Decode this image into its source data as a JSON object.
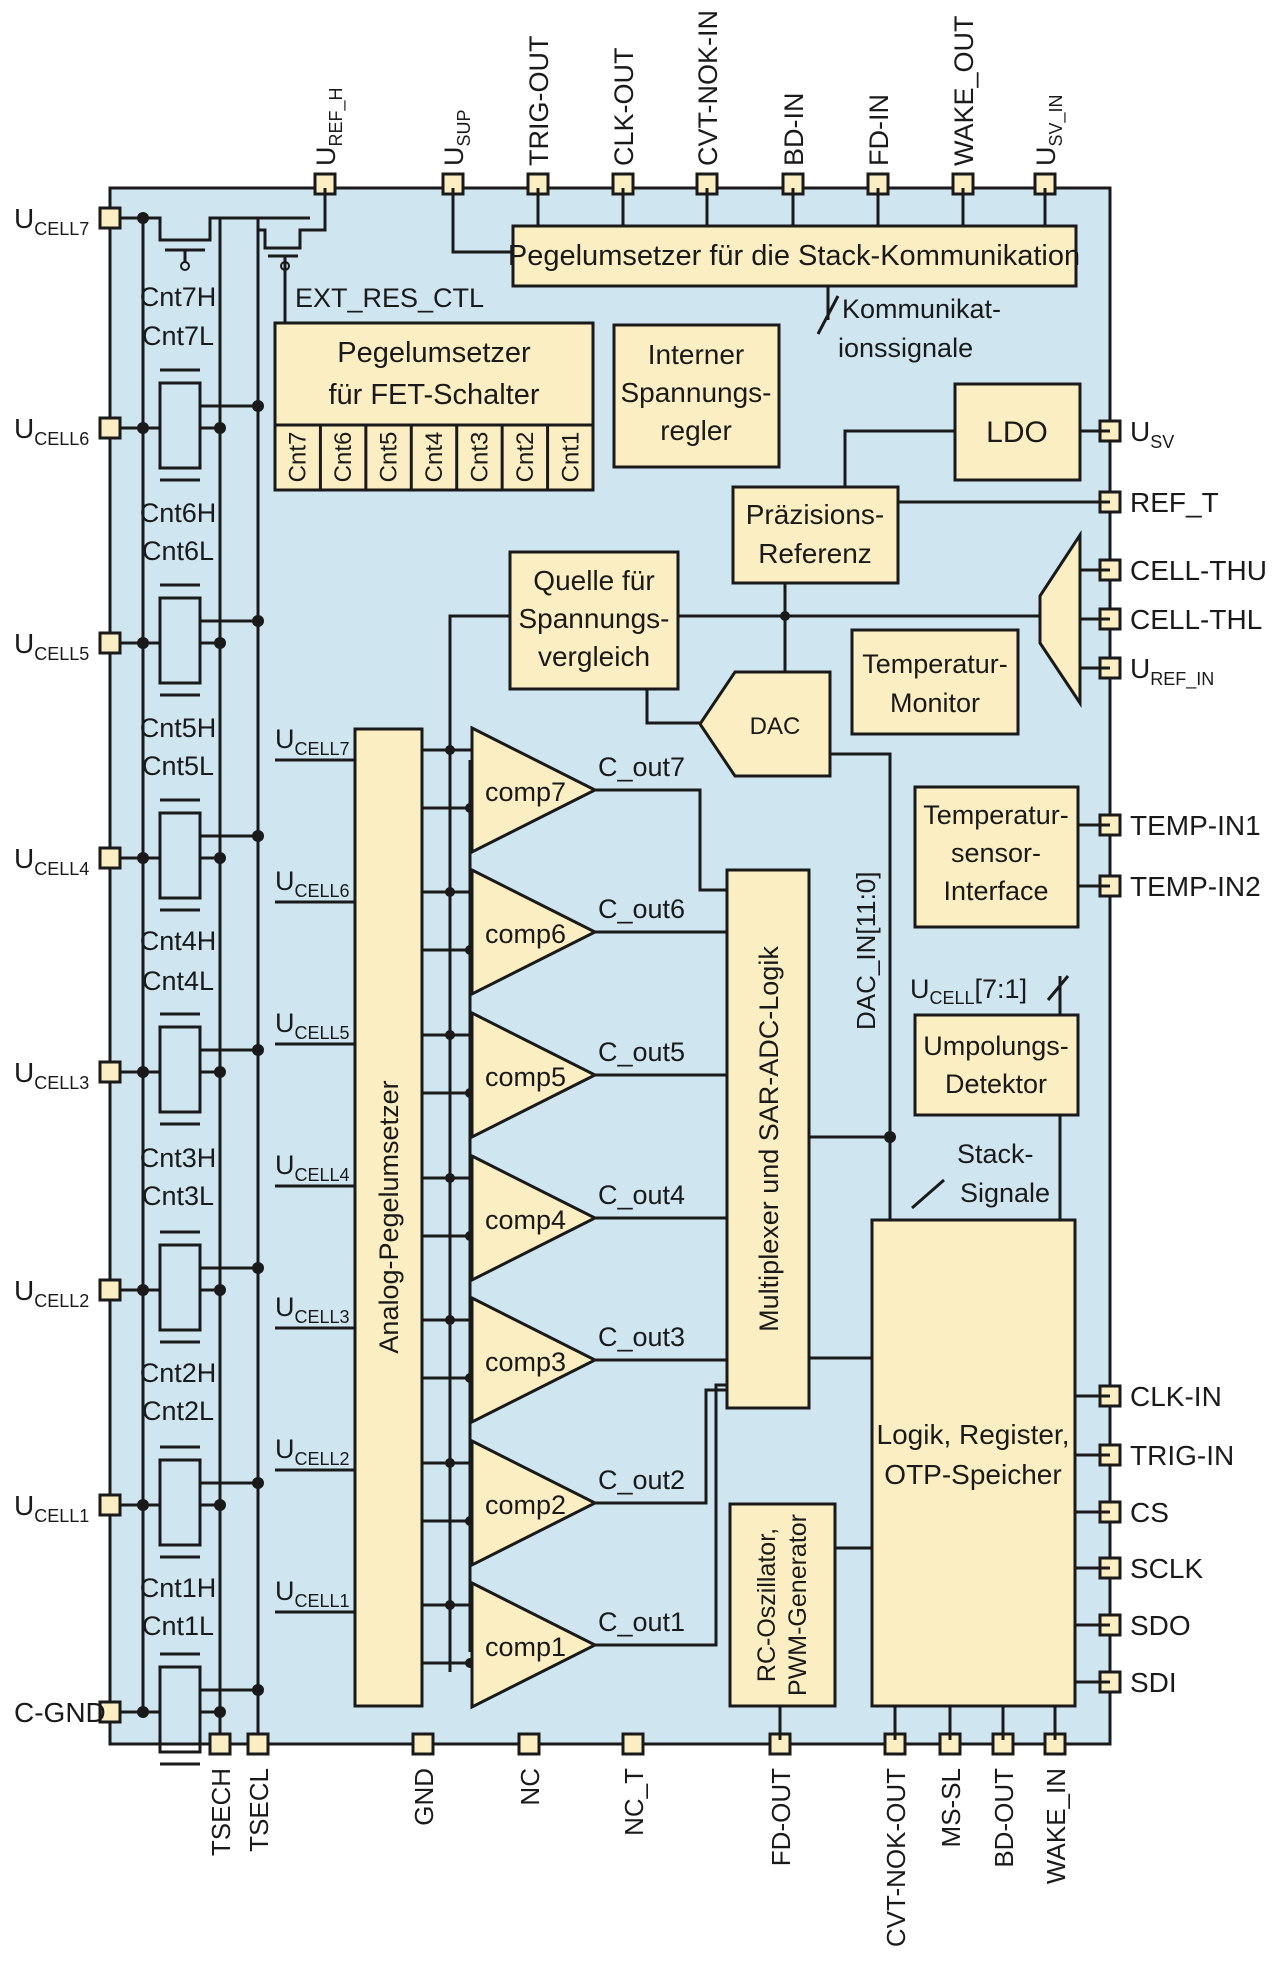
{
  "colors": {
    "chip_bg": "#cfe6f1",
    "block_fill": "#fbeec2",
    "line": "#1a1a1a"
  },
  "pins_top": [
    {
      "main": "U",
      "sub": "REF_H"
    },
    {
      "main": "U",
      "sub": "SUP"
    },
    {
      "main": "TRIG-OUT",
      "sub": ""
    },
    {
      "main": "CLK-OUT",
      "sub": ""
    },
    {
      "main": "CVT-NOK-IN",
      "sub": ""
    },
    {
      "main": "BD-IN",
      "sub": ""
    },
    {
      "main": "FD-IN",
      "sub": ""
    },
    {
      "main": "WAKE_OUT",
      "sub": ""
    },
    {
      "main": "U",
      "sub": "SV_IN"
    }
  ],
  "pins_left": [
    {
      "main": "U",
      "sub": "CELL7"
    },
    {
      "main": "U",
      "sub": "CELL6"
    },
    {
      "main": "U",
      "sub": "CELL5"
    },
    {
      "main": "U",
      "sub": "CELL4"
    },
    {
      "main": "U",
      "sub": "CELL3"
    },
    {
      "main": "U",
      "sub": "CELL2"
    },
    {
      "main": "U",
      "sub": "CELL1"
    },
    {
      "main": "C-GND",
      "sub": ""
    }
  ],
  "pins_right": [
    {
      "main": "U",
      "sub": "SV"
    },
    {
      "main": "REF_T",
      "sub": ""
    },
    {
      "main": "CELL-THU",
      "sub": ""
    },
    {
      "main": "CELL-THL",
      "sub": ""
    },
    {
      "main": "U",
      "sub": "REF_IN"
    },
    {
      "main": "TEMP-IN1",
      "sub": ""
    },
    {
      "main": "TEMP-IN2",
      "sub": ""
    },
    {
      "main": "CLK-IN",
      "sub": ""
    },
    {
      "main": "TRIG-IN",
      "sub": ""
    },
    {
      "main": "CS",
      "sub": ""
    },
    {
      "main": "SCLK",
      "sub": ""
    },
    {
      "main": "SDO",
      "sub": ""
    },
    {
      "main": "SDI",
      "sub": ""
    }
  ],
  "pins_bottom": [
    "TSECH",
    "TSECL",
    "GND",
    "NC",
    "NC_T",
    "FD-OUT",
    "CVT-NOK-OUT",
    "MS-SL",
    "BD-OUT",
    "WAKE_IN"
  ],
  "fets": [
    "Cnt7H",
    "Cnt7L",
    "Cnt6H",
    "Cnt6L",
    "Cnt5H",
    "Cnt5L",
    "Cnt4H",
    "Cnt4L",
    "Cnt3H",
    "Cnt3L",
    "Cnt2H",
    "Cnt2L",
    "Cnt1H",
    "Cnt1L"
  ],
  "ext_res_ctl": "EXT_RES_CTL",
  "blocks": {
    "stack_comm": "Pegelumsetzer für die Stack-Kommunikation",
    "fet_level_1": "Pegelumsetzer",
    "fet_level_2": "für FET-Schalter",
    "fet_channels": [
      "Cnt7",
      "Cnt6",
      "Cnt5",
      "Cnt4",
      "Cnt3",
      "Cnt2",
      "Cnt1"
    ],
    "int_reg": [
      "Interner",
      "Spannungs-",
      "regler"
    ],
    "ldo": "LDO",
    "prec_ref": [
      "Präzisions-",
      "Referenz"
    ],
    "source": [
      "Quelle für",
      "Spannungs-",
      "vergleich"
    ],
    "dac": "DAC",
    "temp_mon": [
      "Temperatur-",
      "Monitor"
    ],
    "temp_if": [
      "Temperatur-",
      "sensor-",
      "Interface"
    ],
    "polarity": [
      "Umpolungs-",
      "Detektor"
    ],
    "analog_level": "Analog-Pegelumsetzer",
    "mux": "Multiplexer und SAR-ADC-Logik",
    "logic": [
      "Logik, Register,",
      "OTP-Speicher"
    ],
    "rc_osc": [
      "RC-Oszillator,",
      "PWM-Generator"
    ]
  },
  "signals": {
    "comm_1": "Kommunikat-",
    "comm_2": "ionssignale",
    "dac_in": "DAC_IN[11:0]",
    "ucell_bus_main": "U",
    "ucell_bus_sub": "CELL",
    "ucell_bus_range": "[7:1]",
    "stack_1": "Stack-",
    "stack_2": "Signale"
  },
  "analog_inputs": [
    {
      "main": "U",
      "sub": "CELL7"
    },
    {
      "main": "U",
      "sub": "CELL6"
    },
    {
      "main": "U",
      "sub": "CELL5"
    },
    {
      "main": "U",
      "sub": "CELL4"
    },
    {
      "main": "U",
      "sub": "CELL3"
    },
    {
      "main": "U",
      "sub": "CELL2"
    },
    {
      "main": "U",
      "sub": "CELL1"
    }
  ],
  "comparators": [
    {
      "name": "comp7",
      "out": "C_out7"
    },
    {
      "name": "comp6",
      "out": "C_out6"
    },
    {
      "name": "comp5",
      "out": "C_out5"
    },
    {
      "name": "comp4",
      "out": "C_out4"
    },
    {
      "name": "comp3",
      "out": "C_out3"
    },
    {
      "name": "comp2",
      "out": "C_out2"
    },
    {
      "name": "comp1",
      "out": "C_out1"
    }
  ]
}
